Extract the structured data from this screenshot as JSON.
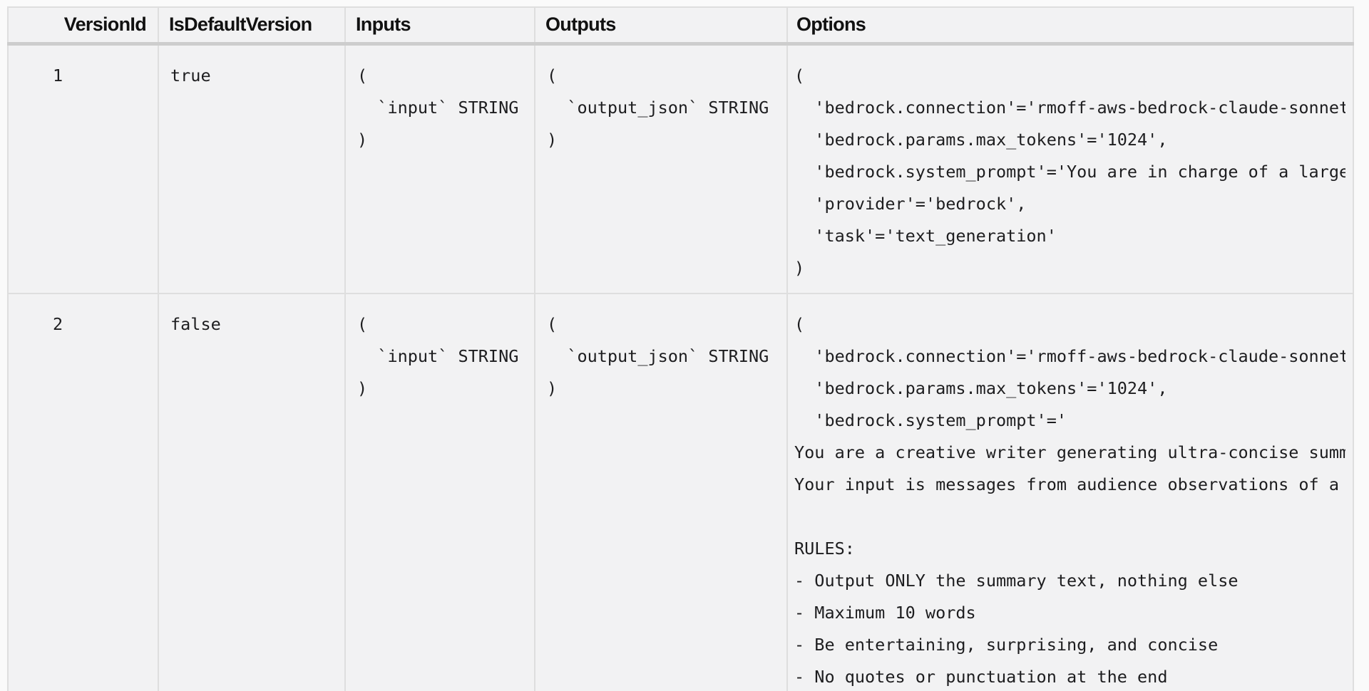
{
  "colors": {
    "page_bg": "#fafafa",
    "cell_bg": "#f2f2f3",
    "grid_border": "#dedede",
    "header_border": "#cdcdcd",
    "header_text": "#111111",
    "code_text": "#1d1d1f"
  },
  "table": {
    "columns": [
      {
        "label": "VersionId"
      },
      {
        "label": "IsDefaultVersion"
      },
      {
        "label": "Inputs"
      },
      {
        "label": "Outputs"
      },
      {
        "label": "Options"
      }
    ],
    "rows": [
      {
        "version_id": "1",
        "is_default_version": "true",
        "inputs": "(\n  `input` STRING\n)",
        "outputs": "(\n  `output_json` STRING\n)",
        "options": "(\n  'bedrock.connection'='rmoff-aws-bedrock-claude-sonnet',\n  'bedrock.params.max_tokens'='1024',\n  'bedrock.system_prompt'='You are in charge of a large\n  'provider'='bedrock',\n  'task'='text_generation'\n)"
      },
      {
        "version_id": "2",
        "is_default_version": "false",
        "inputs": "(\n  `input` STRING\n)",
        "outputs": "(\n  `output_json` STRING\n)",
        "options": "(\n  'bedrock.connection'='rmoff-aws-bedrock-claude-sonnet',\n  'bedrock.params.max_tokens'='1024',\n  'bedrock.system_prompt'='\nYou are a creative writer generating ultra-concise summaries\nYour input is messages from audience observations of a lighthouse\n\nRULES:\n- Output ONLY the summary text, nothing else\n- Maximum 10 words\n- Be entertaining, surprising, and concise\n- No quotes or punctuation at the end"
      }
    ]
  }
}
